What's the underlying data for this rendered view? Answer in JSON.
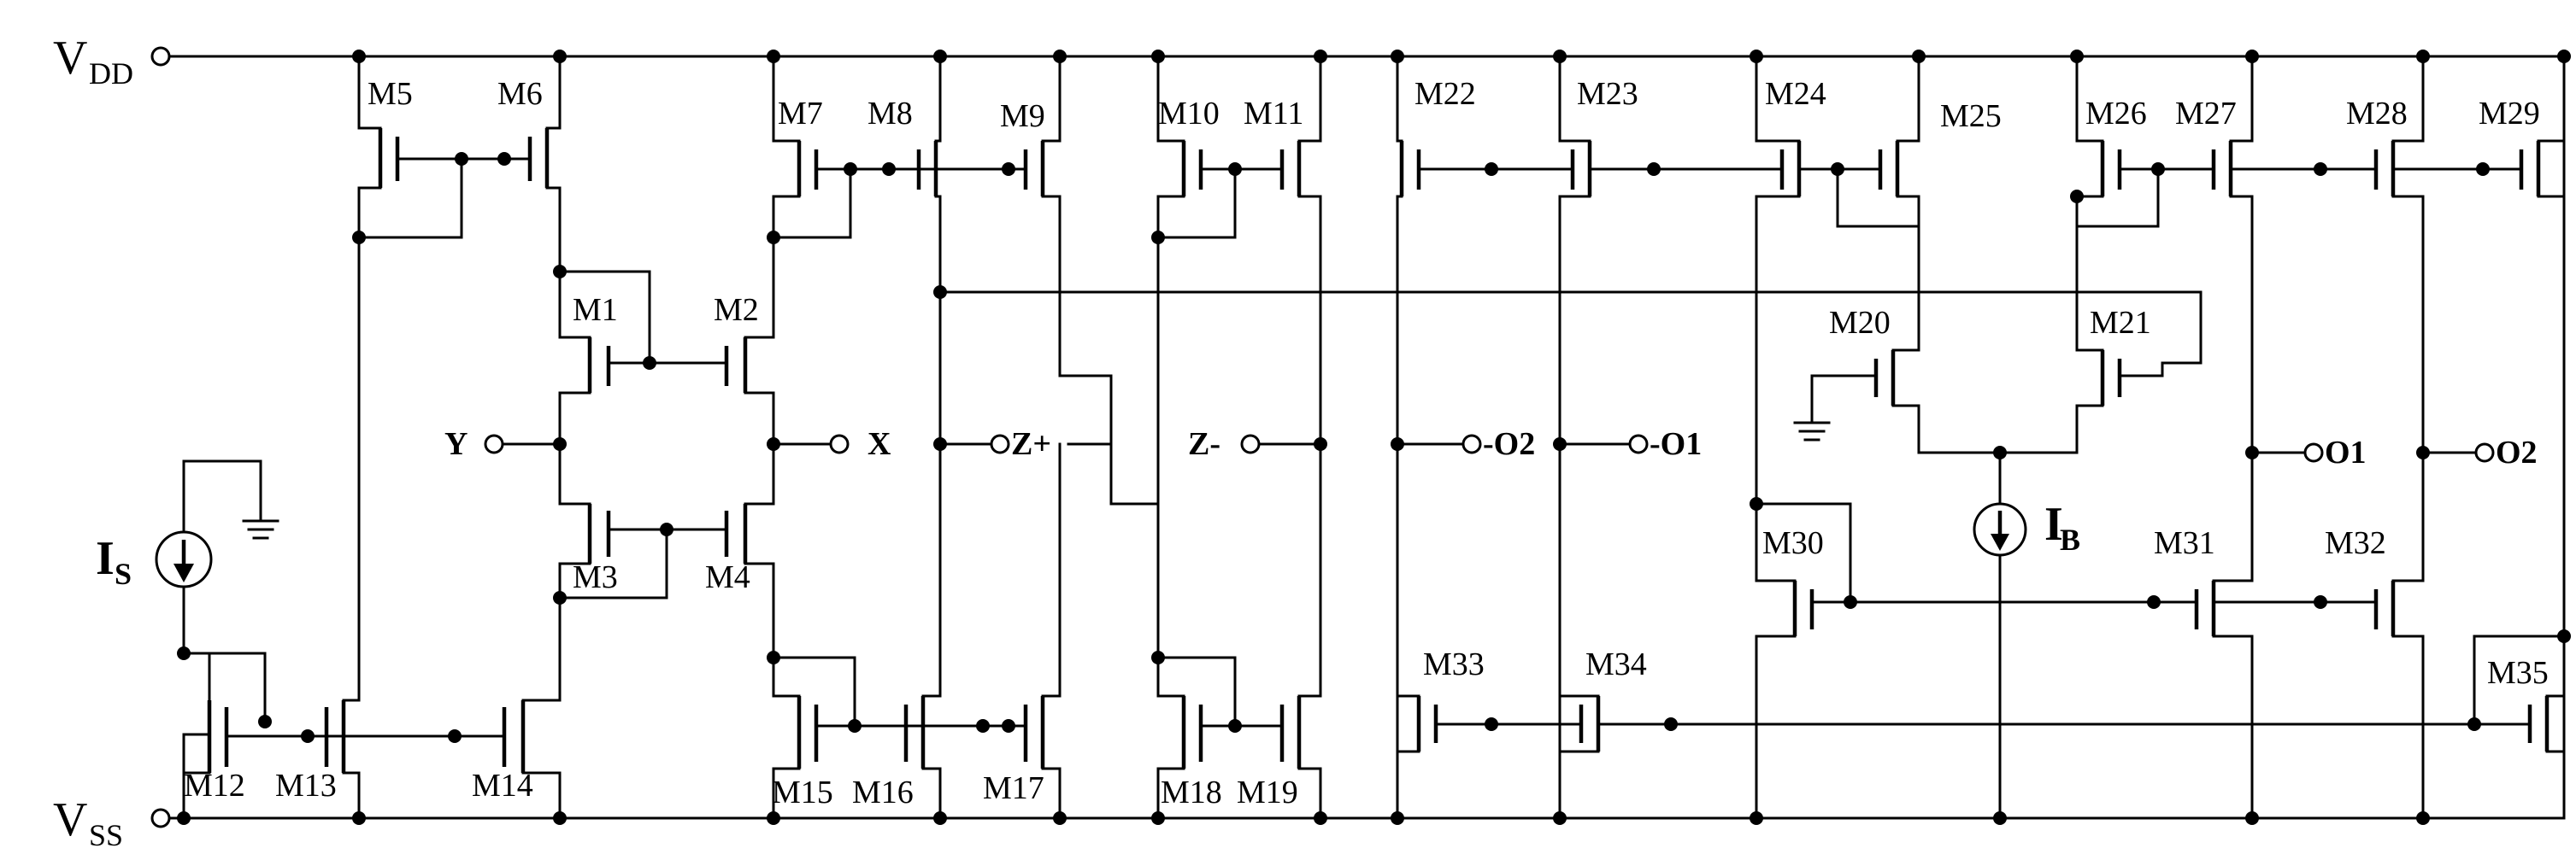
{
  "rails": {
    "vdd": "V",
    "vdd_sub": "DD",
    "vss": "V",
    "vss_sub": "SS"
  },
  "transistors": {
    "m1": "M1",
    "m2": "M2",
    "m3": "M3",
    "m4": "M4",
    "m5": "M5",
    "m6": "M6",
    "m7": "M7",
    "m8": "M8",
    "m9": "M9",
    "m10": "M10",
    "m11": "M11",
    "m12": "M12",
    "m13": "M13",
    "m14": "M14",
    "m15": "M15",
    "m16": "M16",
    "m17": "M17",
    "m18": "M18",
    "m19": "M19",
    "m20": "M20",
    "m21": "M21",
    "m22": "M22",
    "m23": "M23",
    "m24": "M24",
    "m25": "M25",
    "m26": "M26",
    "m27": "M27",
    "m28": "M28",
    "m29": "M29",
    "m30": "M30",
    "m31": "M31",
    "m32": "M32",
    "m33": "M33",
    "m34": "M34",
    "m35": "M35"
  },
  "sources": {
    "is": "I",
    "is_sub": "S",
    "ib": "I",
    "ib_sub": "B"
  },
  "terminals": {
    "y": "Y",
    "x": "X",
    "z_plus": "Z+",
    "z_minus": "Z-",
    "neg_o2": "-O2",
    "neg_o1": "-O1",
    "o1": "O1",
    "o2": "O2"
  }
}
